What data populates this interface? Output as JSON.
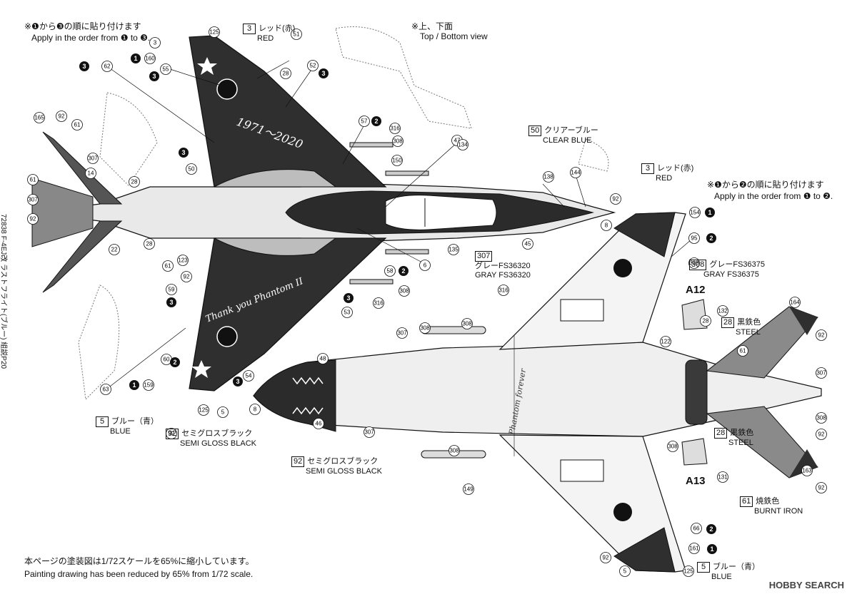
{
  "header_left": {
    "note_jp": "※❶から❸の順に貼り付けます",
    "note_en": "Apply in the order from ❶ to ❸."
  },
  "header_center": {
    "note_jp": "※上、下面",
    "note_en": "Top / Bottom view"
  },
  "right_note": {
    "note_jp": "※❶から❷の順に貼り付けます",
    "note_en": "Apply in the order from ❶ to ❷."
  },
  "side_label": "72838 F-4EJ改 ラストフライト(ブルー) 組説P20",
  "colors": {
    "red_top": {
      "code": "3",
      "jp": "レッド(赤)",
      "en": "RED"
    },
    "clear_blue": {
      "code": "50",
      "jp": "クリアーブルー",
      "en": "CLEAR BLUE"
    },
    "red_right": {
      "code": "3",
      "jp": "レッド(赤)",
      "en": "RED"
    },
    "gray_36320": {
      "code": "307",
      "jp": "グレーFS36320",
      "en": "GRAY FS36320"
    },
    "gray_36375": {
      "code": "308",
      "jp": "グレーFS36375",
      "en": "GRAY FS36375"
    },
    "steel_top": {
      "code": "28",
      "jp": "黒鉄色",
      "en": "STEEL"
    },
    "steel_bottom": {
      "code": "28",
      "jp": "黒鉄色",
      "en": "STEEL"
    },
    "burnt_iron": {
      "code": "61",
      "jp": "焼鉄色",
      "en": "BURNT IRON"
    },
    "blue_left": {
      "code": "5",
      "jp": "ブルー（青）",
      "en": "BLUE"
    },
    "blue_right": {
      "code": "5",
      "jp": "ブルー（青）",
      "en": "BLUE"
    },
    "semi_gloss_1": {
      "code": "92",
      "jp": "セミグロスブラック",
      "en": "SEMI GLOSS BLACK"
    },
    "semi_gloss_2": {
      "code": "92",
      "jp": "セミグロスブラック",
      "en": "SEMI GLOSS BLACK"
    }
  },
  "part_labels": {
    "a12": "A12",
    "a13": "A13"
  },
  "wing_text": {
    "top": "1971～2020",
    "bottom": "Thank you Phantom II",
    "belly": "Phantom forever"
  },
  "footer": {
    "jp": "本ページの塗装図は1/72スケールを65%に縮小しています。",
    "en": "Painting drawing has been reduced by 65% from 1/72 scale."
  },
  "logo": "HOBBY SEARCH",
  "callouts": [
    "3",
    "125",
    "51",
    "160",
    "55",
    "28",
    "52",
    "62",
    "57",
    "316",
    "308",
    "165",
    "92",
    "61",
    "307",
    "14",
    "28",
    "50",
    "47",
    "134",
    "150",
    "138",
    "144",
    "92",
    "8",
    "61",
    "307",
    "92",
    "22",
    "28",
    "61",
    "123",
    "92",
    "6",
    "135",
    "45",
    "58",
    "308",
    "316",
    "59",
    "53",
    "60",
    "48",
    "54",
    "159",
    "125",
    "5",
    "8",
    "46",
    "307",
    "92",
    "63",
    "154",
    "95",
    "308",
    "132",
    "28",
    "122",
    "164",
    "92",
    "307",
    "61",
    "308",
    "92",
    "163",
    "92",
    "316",
    "308",
    "307",
    "308",
    "308",
    "308",
    "131",
    "149",
    "66",
    "161",
    "92",
    "125",
    "5"
  ],
  "steps": [
    "1",
    "3",
    "3",
    "2",
    "3",
    "3",
    "2",
    "3",
    "3",
    "2",
    "1",
    "3",
    "1",
    "2",
    "2",
    "1"
  ]
}
